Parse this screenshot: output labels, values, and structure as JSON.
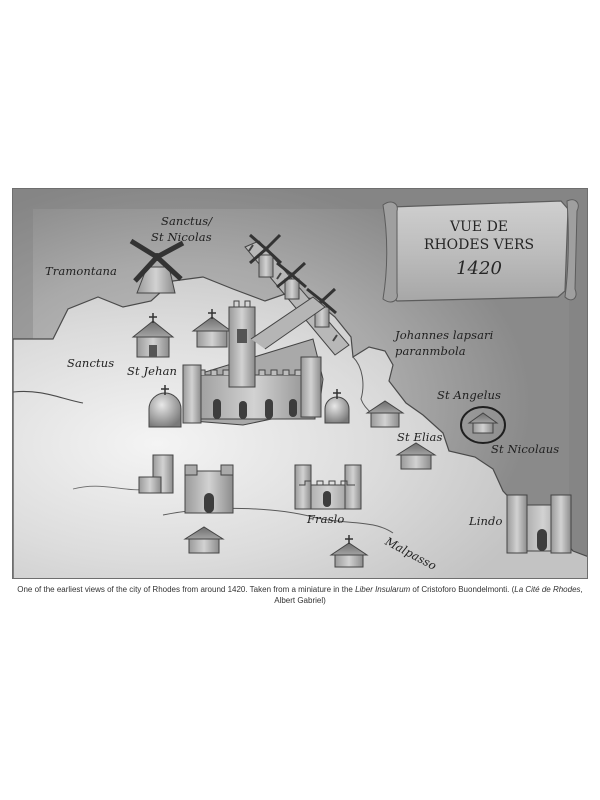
{
  "map": {
    "title_lines": [
      "VUE DE",
      "RHODES VERS",
      "1420"
    ],
    "labels": {
      "sanctus_st_nicolas_1": "Sanctus/",
      "sanctus_st_nicolas_2": "St Nicolas",
      "tramontana": "Tramontana",
      "sanctus": "Sanctus",
      "st_jehan": "St Jehan",
      "johannes_1": "Johannes lapsari",
      "johannes_2": "paranmbola",
      "st_angelus": "St Angelus",
      "st_elias": "St Elias",
      "st_nicolaus": "St Nicolaus",
      "fraslo": "Fraslo",
      "malpasso": "Malpasso",
      "lindo": "Lindo"
    }
  },
  "caption": {
    "text_a": "One of the earliest views of the city of Rhodes from around 1420.  Taken from a miniature in the ",
    "italic_a": "Liber Insularum",
    "text_b": " of Cristoforo Buondelmonti.  (",
    "italic_b": "La Cité de Rhodes",
    "text_c": ", Albert Gabriel)"
  }
}
